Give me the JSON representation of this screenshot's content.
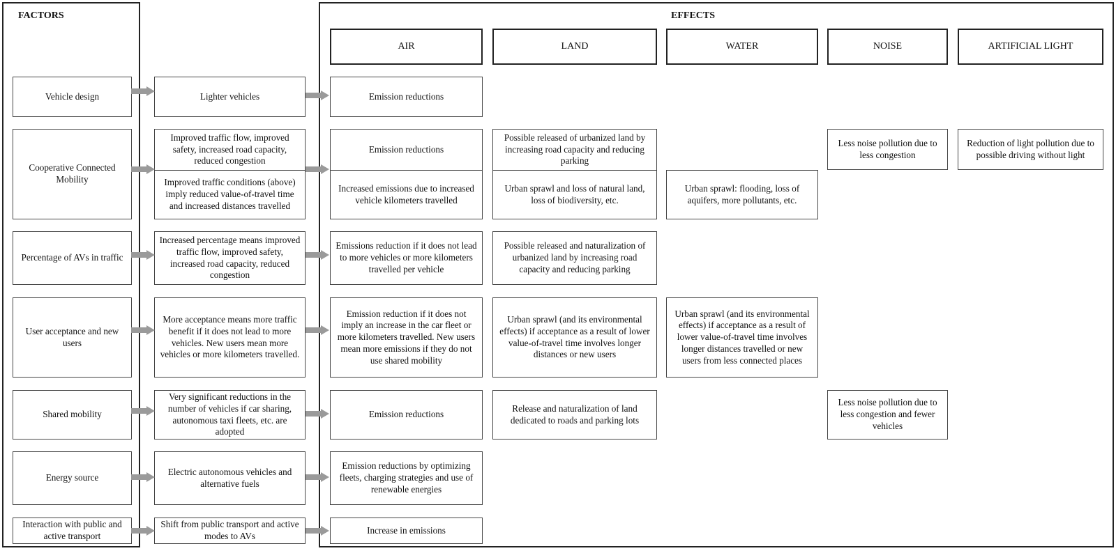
{
  "factors_title": "FACTORS",
  "effects_title": "EFFECTS",
  "effect_categories": [
    "AIR",
    "LAND",
    "WATER",
    "NOISE",
    "ARTIFICIAL LIGHT"
  ],
  "rows": [
    {
      "factor": "Vehicle design",
      "outcomes": [
        "Lighter vehicles"
      ],
      "air": [
        "Emission reductions"
      ]
    },
    {
      "factor": "Cooperative Connected Mobility",
      "outcomes": [
        "Improved traffic flow, improved safety, increased road capacity, reduced congestion",
        "Improved traffic conditions (above) imply reduced value-of-travel time and increased distances travelled"
      ],
      "air": [
        "Emission reductions",
        "Increased emissions due to increased vehicle kilometers travelled"
      ],
      "land": [
        "Possible released of urbanized land by increasing road capacity and reducing parking",
        "Urban sprawl and loss of natural land, loss of biodiversity, etc."
      ],
      "water": "Urban sprawl: flooding, loss of aquifers, more pollutants, etc.",
      "noise": "Less noise pollution due to less congestion",
      "light": "Reduction of light pollution due to possible driving without light"
    },
    {
      "factor": "Percentage of AVs in traffic",
      "outcomes": [
        "Increased percentage means improved traffic flow, improved safety, increased road capacity, reduced congestion"
      ],
      "air": [
        "Emissions reduction if it does not lead to more vehicles or more kilometers travelled per vehicle"
      ],
      "land": [
        "Possible released and naturalization of urbanized land by increasing road capacity and reducing parking"
      ]
    },
    {
      "factor": "User acceptance and new users",
      "outcomes": [
        "More acceptance means more traffic benefit if it does not lead to more vehicles. New users mean more vehicles or more kilometers travelled."
      ],
      "air": [
        "Emission reduction if it does not imply an increase in the car fleet or more kilometers travelled. New users mean more emissions if they do not use shared mobility"
      ],
      "land": [
        "Urban sprawl (and its environmental effects) if acceptance as a result of lower value-of-travel time involves longer distances or new users"
      ],
      "water": "Urban sprawl (and its environmental effects) if acceptance as a result of lower value-of-travel time involves longer distances travelled or new users from less connected places"
    },
    {
      "factor": "Shared mobility",
      "outcomes": [
        "Very significant reductions in the number of vehicles if car sharing, autonomous taxi fleets, etc. are adopted"
      ],
      "air": [
        "Emission reductions"
      ],
      "land": [
        "Release and naturalization of land dedicated to roads and parking lots"
      ],
      "noise": "Less noise pollution due to less congestion and fewer vehicles"
    },
    {
      "factor": "Energy source",
      "outcomes": [
        "Electric autonomous vehicles and alternative fuels"
      ],
      "air": [
        "Emission reductions by optimizing fleets, charging strategies and use of renewable energies"
      ]
    },
    {
      "factor": "Interaction with public and active transport",
      "outcomes": [
        "Shift from public transport and active modes to AVs"
      ],
      "air": [
        "Increase in emissions"
      ]
    }
  ]
}
